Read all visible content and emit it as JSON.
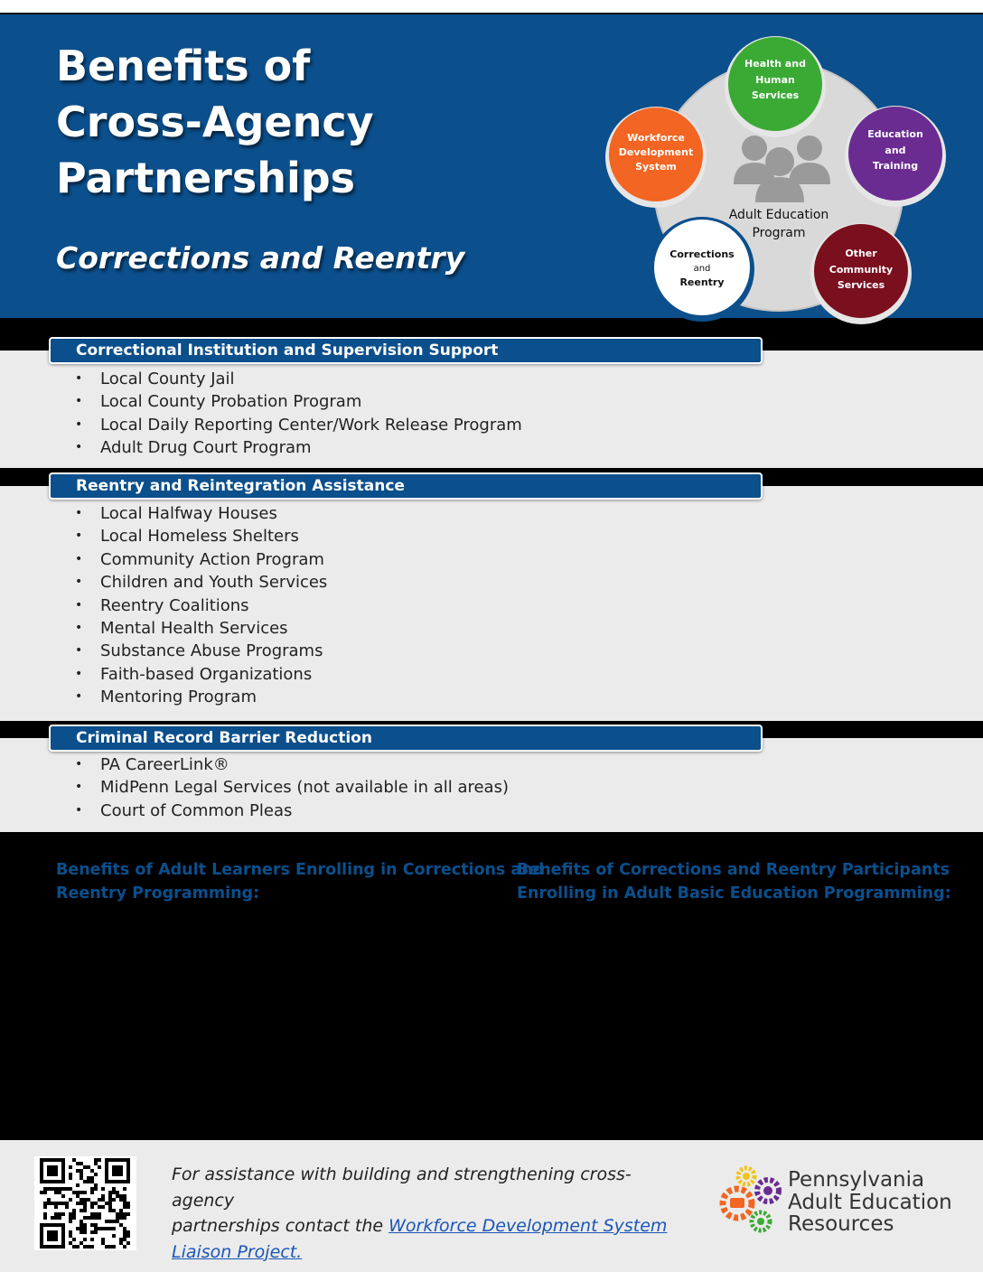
{
  "header": {
    "title_lines": [
      "Benefits of",
      "Cross-Agency",
      "Partnerships"
    ],
    "subtitle": "Corrections and Reentry"
  },
  "diagram": {
    "center_label": [
      "Adult Education",
      "Program"
    ],
    "nodes": [
      {
        "lines": [
          "Health and",
          "Human",
          "Services"
        ],
        "color": "#3aaa35"
      },
      {
        "lines": [
          "Education",
          "and",
          "Training"
        ],
        "color": "#6a2c91"
      },
      {
        "lines": [
          "Other",
          "Community",
          "Services"
        ],
        "color": "#7a0f1e"
      },
      {
        "lines": [
          "Corrections",
          "and",
          "Reentry"
        ],
        "color": "#ffffff"
      },
      {
        "lines": [
          "Workforce",
          "Development",
          "System"
        ],
        "color": "#f26522"
      }
    ]
  },
  "sections": [
    {
      "title": "Correctional Institution and Supervision Support",
      "items": [
        "Local County Jail",
        "Local County Probation Program",
        "Local Daily Reporting Center/Work Release Program",
        "Adult Drug Court Program"
      ]
    },
    {
      "title": "Reentry and Reintegration Assistance",
      "items": [
        "Local Halfway Houses",
        "Local Homeless Shelters",
        "Community Action Program",
        "Children and Youth Services",
        "Reentry Coalitions",
        "Mental Health Services",
        "Substance Abuse Programs",
        "Faith-based Organizations",
        "Mentoring Program"
      ]
    },
    {
      "title": "Criminal Record Barrier Reduction",
      "items": [
        "PA CareerLink®",
        "MidPenn Legal Services (not available in all areas)",
        "Court of Common Pleas"
      ]
    }
  ],
  "benefits": {
    "left_lines": [
      "Benefits of Adult Learners Enrolling in Corrections and",
      "Reentry Programming:"
    ],
    "right_lines": [
      "Benefits of Corrections and Reentry Participants",
      "Enrolling in Adult Basic Education Programming:"
    ]
  },
  "footer": {
    "contact_lines": [
      "For assistance with building and strengthening cross-agency",
      "partnerships contact the "
    ],
    "link_text_1": "Workforce Development System",
    "link_text_2": "Liaison Project.",
    "logo_lines": [
      "Pennsylvania",
      "Adult Education",
      "Resources"
    ],
    "qr_icon": "qr-code-icon"
  },
  "colors": {
    "brand_blue": "#0b4f8c",
    "band_gray": "#ebebeb",
    "link_blue": "#1a56b8"
  }
}
